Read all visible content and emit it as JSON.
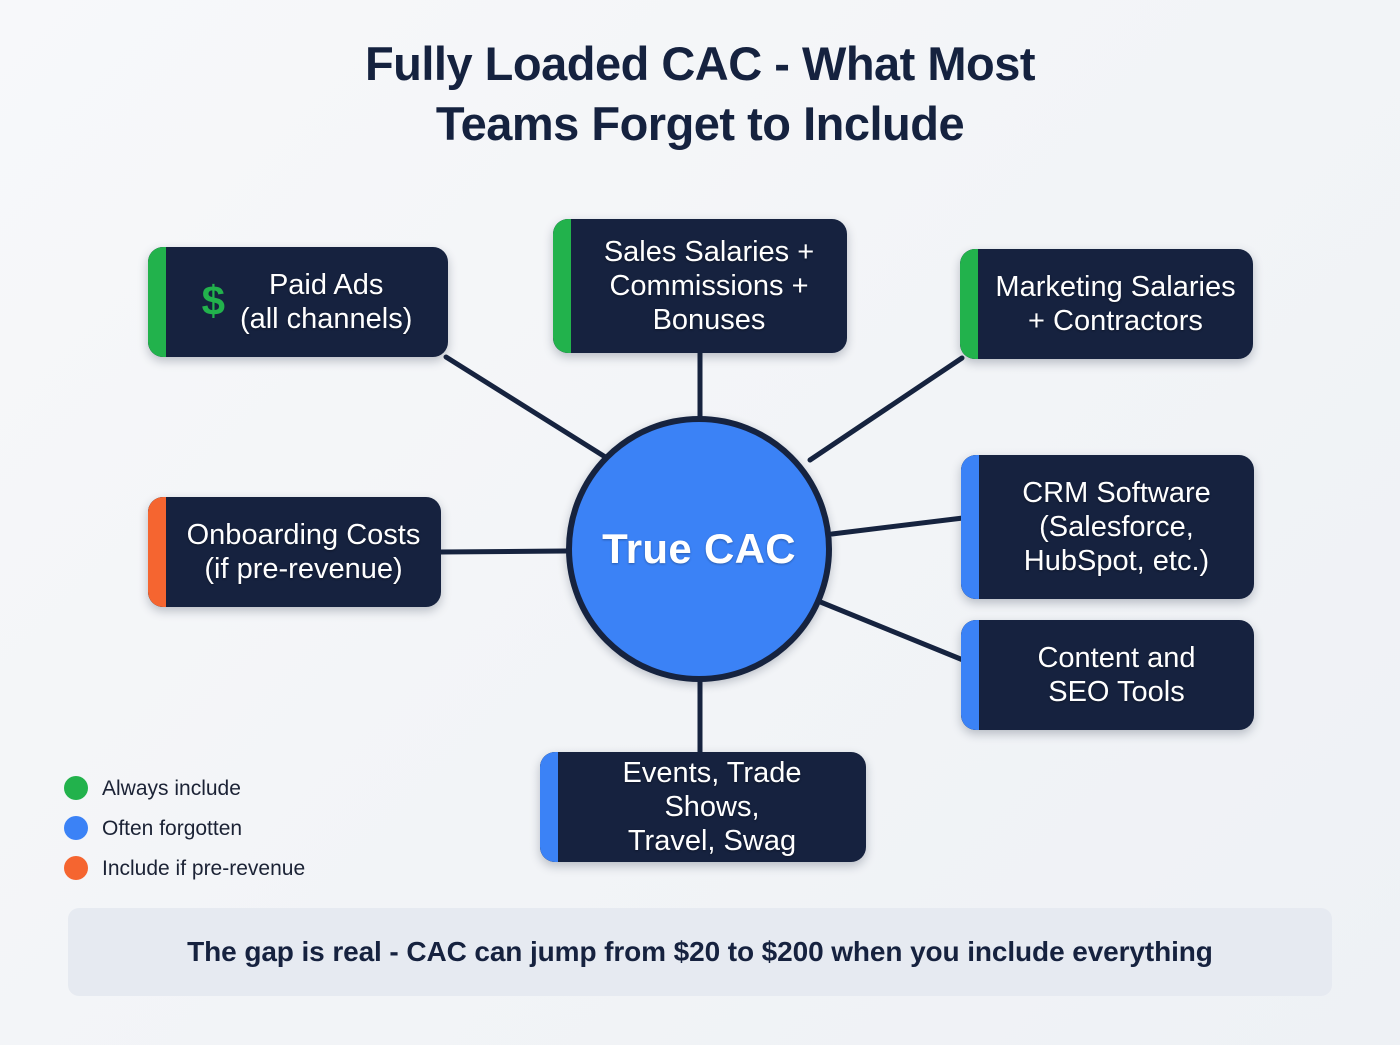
{
  "title": "Fully Loaded CAC - What Most\nTeams Forget to Include",
  "hub": {
    "label": "True CAC"
  },
  "colors": {
    "always_include": "#22b24c",
    "often_forgotten": "#3b82f6",
    "pre_revenue": "#f56530",
    "card_background": "#16223f",
    "connector": "#16233f",
    "canvas_background": "#f4f6f8",
    "footer_background": "#e6eaf1",
    "title_text": "#15223f"
  },
  "nodes": [
    {
      "id": "paid-ads",
      "label": "Paid Ads\n(all channels)",
      "accent": "#22b24c",
      "category": "Always include",
      "icon": "dollar-sign-icon",
      "icon_glyph": "$"
    },
    {
      "id": "sales-salaries",
      "label": "Sales Salaries +\nCommissions +\nBonuses",
      "accent": "#22b24c",
      "category": "Always include",
      "icon": null,
      "icon_glyph": ""
    },
    {
      "id": "marketing-salaries",
      "label": "Marketing Salaries\n+ Contractors",
      "accent": "#22b24c",
      "category": "Always include",
      "icon": null,
      "icon_glyph": ""
    },
    {
      "id": "crm-software",
      "label": "CRM Software\n(Salesforce,\nHubSpot, etc.)",
      "accent": "#3b82f6",
      "category": "Often forgotten",
      "icon": null,
      "icon_glyph": ""
    },
    {
      "id": "content-seo",
      "label": "Content and\nSEO Tools",
      "accent": "#3b82f6",
      "category": "Often forgotten",
      "icon": null,
      "icon_glyph": ""
    },
    {
      "id": "events",
      "label": "Events, Trade Shows,\nTravel, Swag",
      "accent": "#3b82f6",
      "category": "Often forgotten",
      "icon": null,
      "icon_glyph": ""
    },
    {
      "id": "onboarding",
      "label": "Onboarding Costs\n(if pre-revenue)",
      "accent": "#f56530",
      "category": "Include if pre-revenue",
      "icon": null,
      "icon_glyph": ""
    }
  ],
  "legend": [
    {
      "color": "#22b24c",
      "label": "Always include"
    },
    {
      "color": "#3b82f6",
      "label": "Often forgotten"
    },
    {
      "color": "#f56530",
      "label": "Include if pre-revenue"
    }
  ],
  "footer": {
    "text": "The gap is real - CAC can jump from $20 to $200 when you include everything"
  }
}
